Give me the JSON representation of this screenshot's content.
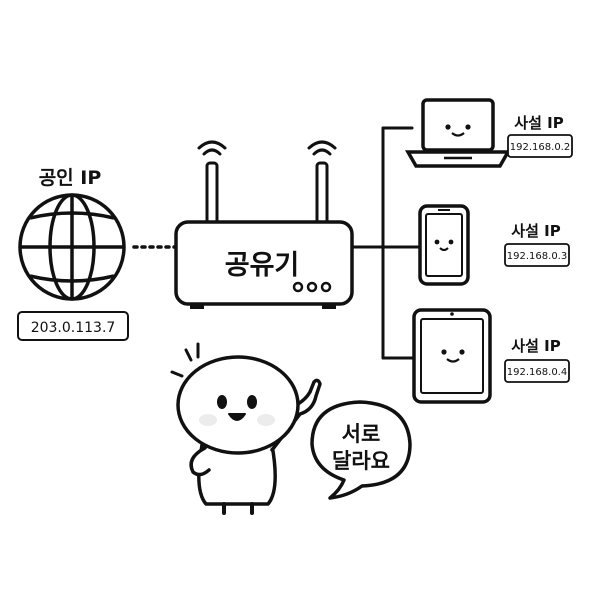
{
  "public": {
    "title": "공인 IP",
    "ip": "203.0.113.7"
  },
  "router": {
    "label": "공유기"
  },
  "devices": [
    {
      "type": "laptop",
      "title": "사설 IP",
      "ip": "192.168.0.2"
    },
    {
      "type": "phone",
      "title": "사설 IP",
      "ip": "192.168.0.3"
    },
    {
      "type": "tablet",
      "title": "사설 IP",
      "ip": "192.168.0.4"
    }
  ],
  "speech": {
    "line1": "서로",
    "line2": "달라요"
  }
}
